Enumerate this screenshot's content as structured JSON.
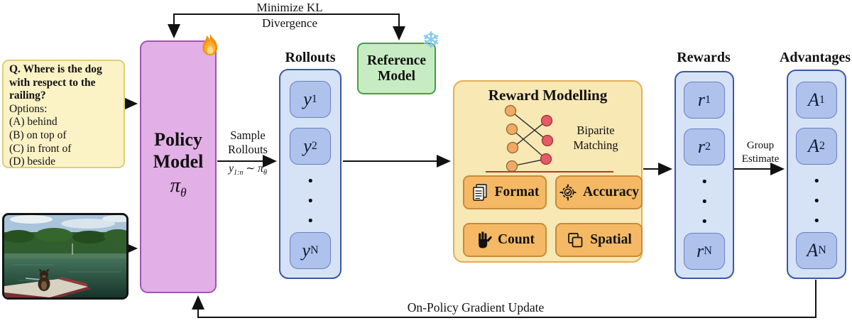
{
  "question_box": {
    "question": "Q. Where is the dog with respect to the railing?",
    "options_label": "Options:",
    "options": [
      "(A) behind",
      "(B) on top of",
      "(C) in front of",
      "(D) beside"
    ]
  },
  "kl_arrow": {
    "line1": "Minimize KL",
    "line2": "Divergence"
  },
  "policy_model": {
    "line1": "Policy",
    "line2": "Model",
    "symbol": "π",
    "symbol_sub": "θ"
  },
  "sample_rollouts": {
    "line1": "Sample",
    "line2": "Rollouts",
    "formula": {
      "y": "y",
      "ysub": "1:n",
      "tilde": "∼",
      "pi": "π",
      "pisub": "θ"
    }
  },
  "rollouts": {
    "label": "Rollouts",
    "items": [
      {
        "base": "y",
        "sub": "1"
      },
      {
        "base": "y",
        "sub": "2"
      },
      {
        "base": "y",
        "sub": "N"
      }
    ]
  },
  "reference_model": {
    "line1": "Reference",
    "line2": "Model",
    "snowflake_glyph": "❄"
  },
  "reward_modelling": {
    "title": "Reward Modelling",
    "matching_line1": "Biparite",
    "matching_line2": "Matching",
    "badges": [
      {
        "label": "Format"
      },
      {
        "label": "Accuracy"
      },
      {
        "label": "Count"
      },
      {
        "label": "Spatial"
      }
    ]
  },
  "rewards": {
    "label": "Rewards",
    "items": [
      {
        "base": "r",
        "sub": "1"
      },
      {
        "base": "r",
        "sub": "2"
      },
      {
        "base": "r",
        "sub": "N"
      }
    ]
  },
  "group_estimate": {
    "line1": "Group",
    "line2": "Estimate"
  },
  "advantages": {
    "label": "Advantages",
    "items": [
      {
        "base": "A",
        "sub": "1"
      },
      {
        "base": "A",
        "sub": "2"
      },
      {
        "base": "A",
        "sub": "N"
      }
    ]
  },
  "bottom_label": "On-Policy Gradient Update",
  "colors": {
    "question_fill": "#FBF3C6",
    "question_border": "#DCCE7C",
    "policy_fill": "#E2AFE6",
    "policy_border": "#9E55B0",
    "column_fill": "#D6E2F5",
    "column_border": "#3B57A8",
    "column_item_fill": "#AEC2EC",
    "column_item_border": "#6880C0",
    "reference_fill": "#C7ECC3",
    "reference_border": "#3FA23F",
    "reward_fill": "#F8E8B4",
    "reward_border": "#E5AD55",
    "badge_fill": "#F5B965",
    "badge_border": "#C98A3B",
    "node_left": "#F2A964",
    "node_right": "#E25C66",
    "separator": "#B03A2E",
    "arrow": "#111111"
  }
}
